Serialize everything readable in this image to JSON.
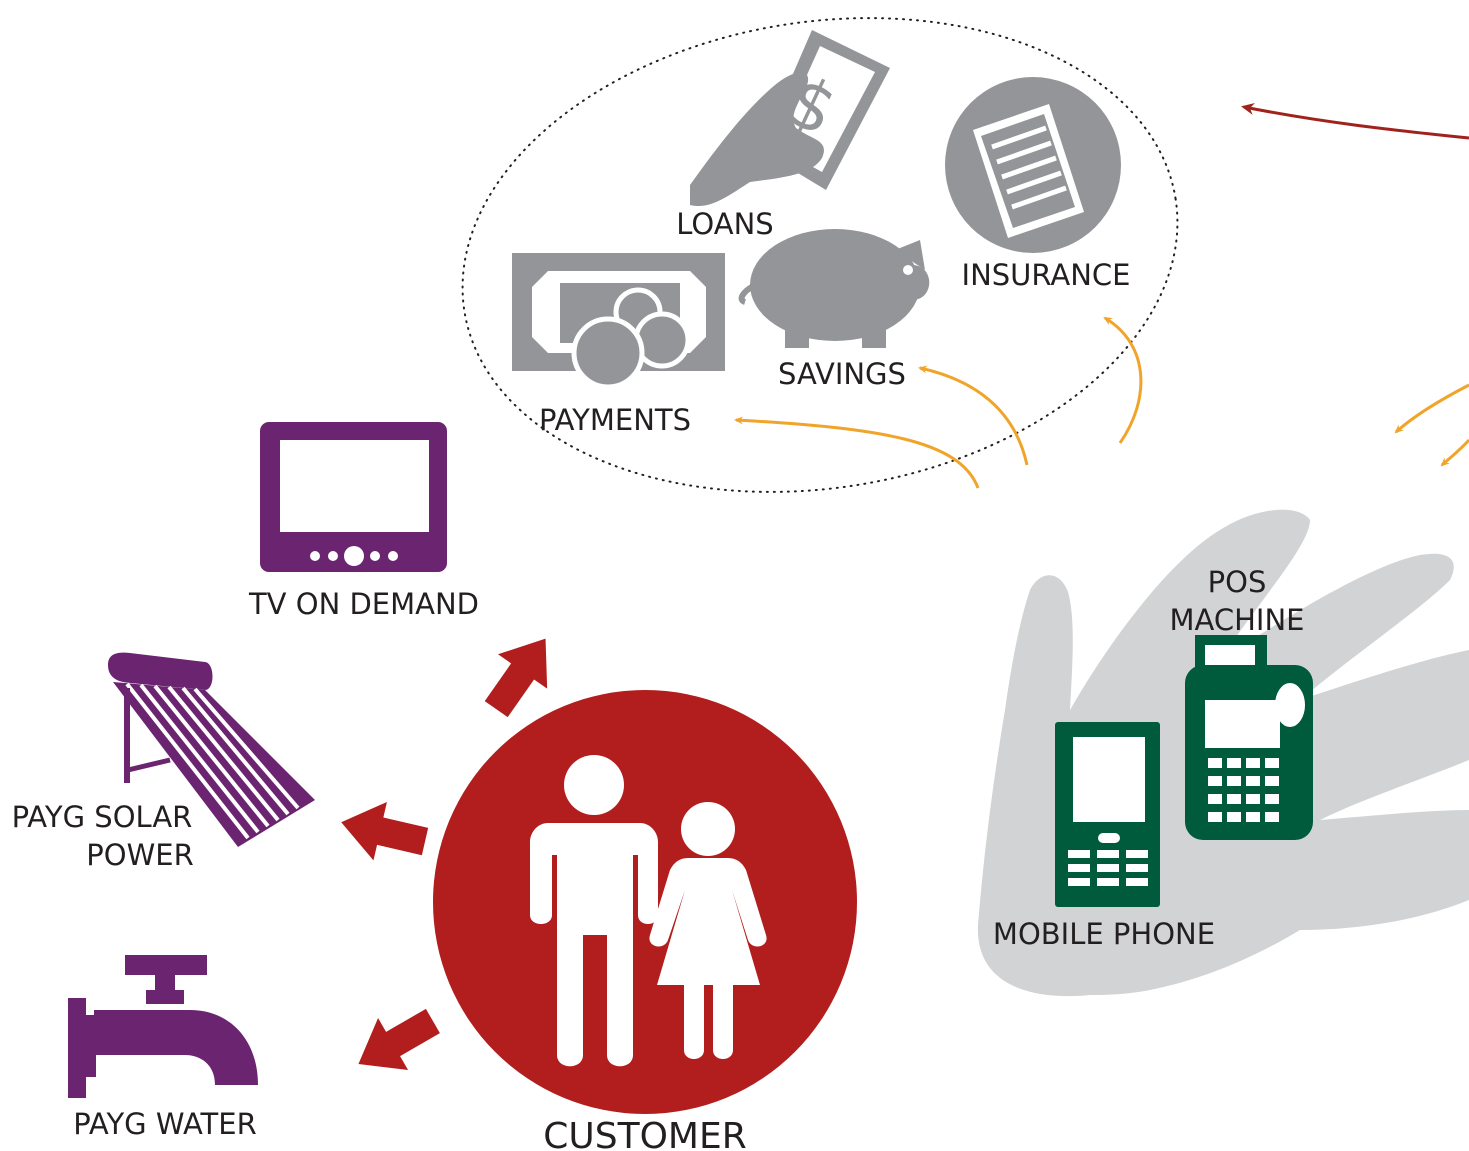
{
  "labels": {
    "loans": "LOANS",
    "insurance": "INSURANCE",
    "payments": "PAYMENTS",
    "savings": "SAVINGS",
    "tv": "TV ON DEMAND",
    "solar_line1": "PAYG SOLAR",
    "solar_line2": "POWER",
    "water": "PAYG WATER",
    "customer": "CUSTOMER",
    "pos_line1": "POS",
    "pos_line2": "MACHINE",
    "mobile": "MOBILE PHONE"
  },
  "icons": {
    "financial": [
      "hand-money-icon",
      "document-icon",
      "banknote-coins-icon",
      "piggy-bank-icon"
    ],
    "services": [
      "tv-icon",
      "solar-panel-icon",
      "water-tap-icon"
    ],
    "customer": [
      "people-icon"
    ],
    "channels": [
      "hand-icon",
      "pos-machine-icon",
      "mobile-phone-icon"
    ]
  },
  "colors": {
    "financial_gray": "#939598",
    "hand_gray": "#d1d3d4",
    "service_purple": "#6b2470",
    "customer_red": "#b21e1e",
    "device_green": "#005a3c",
    "arrow_orange": "#f0a42a",
    "arrow_darkred": "#a0221d"
  }
}
